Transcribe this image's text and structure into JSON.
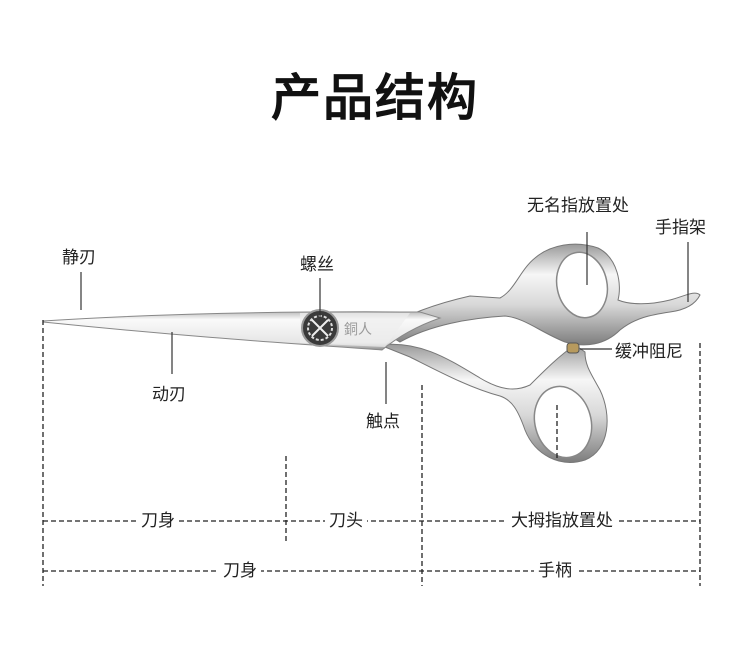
{
  "title": "产品结构",
  "brand_mark": "銅人",
  "parts": {
    "static_blade": "静刃",
    "screw": "螺丝",
    "ring_finger_rest": "无名指放置处",
    "finger_rest": "手指架",
    "moving_blade": "动刃",
    "contact_point": "触点",
    "damper": "缓冲阻尼"
  },
  "sections_row1": [
    "刀身",
    "刀头",
    "大拇指放置处"
  ],
  "sections_row2": [
    "刀身",
    "手柄"
  ],
  "colors": {
    "steel_light": "#f4f4f4",
    "steel_dark": "#8a8a8a",
    "text": "#222222"
  }
}
